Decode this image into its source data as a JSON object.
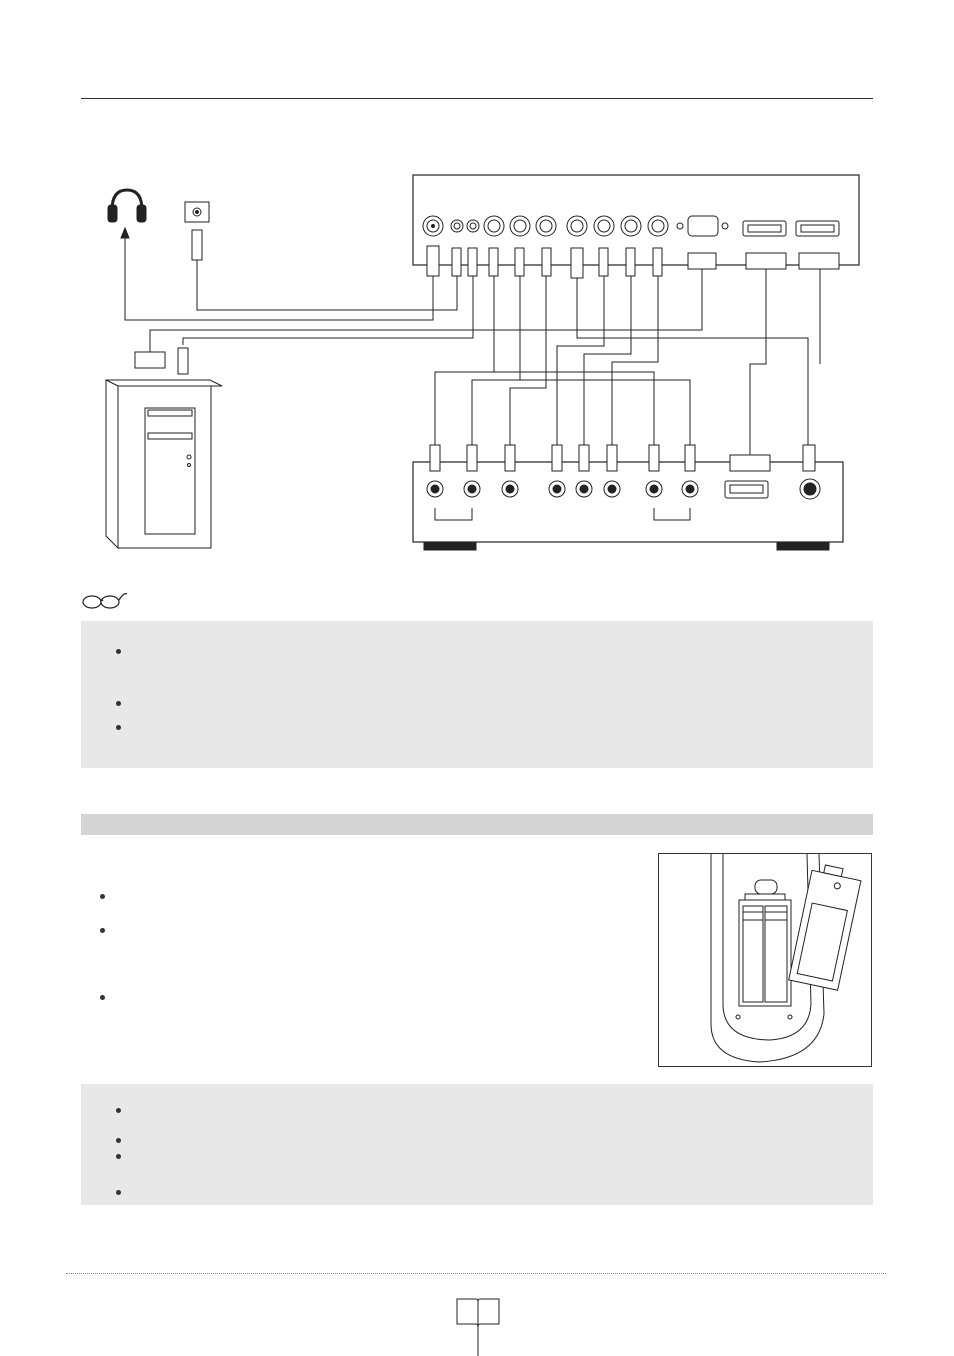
{
  "page": {
    "header_rule": "",
    "icons": [
      "headphones-icon",
      "glasses-icon",
      "book-icon"
    ]
  },
  "notes_box": {
    "bullet_count": 3
  },
  "remote_section": {
    "bullet_count": 3
  },
  "notes_box_2": {
    "bullet_count": 4
  }
}
